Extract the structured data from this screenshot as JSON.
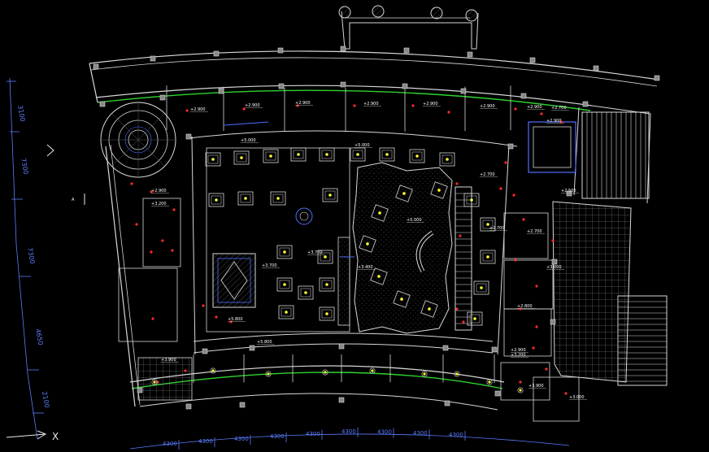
{
  "elevation_labels": [
    "+2.900",
    "+2.900",
    "+2.900",
    "+2.900",
    "+2.900",
    "+2.900",
    "+2.900",
    "+5.000",
    "+5.000",
    "+5.000",
    "+3.700",
    "+3.700",
    "+3.400",
    "+5.800",
    "+5.800",
    "+2.900",
    "+3.200",
    "+2.700",
    "+2.700",
    "+3.000",
    "+2.800",
    "+2.900",
    "+3.900",
    "+3.000",
    "+2.500",
    "+2.700",
    "+2.900",
    "+2.700",
    "+3.200",
    "+3.900"
  ],
  "dimensions_left": [
    "3100",
    "7300",
    "7300",
    "4650",
    "2100"
  ],
  "dimensions_bottom": [
    "4300",
    "4300",
    "4300",
    "4300",
    "4300",
    "4300",
    "4300",
    "4300",
    "4300"
  ],
  "axis_labels": {
    "x": "X",
    "a": "A"
  },
  "colors": {
    "background": "#000000",
    "wall": "#d8d8d8",
    "green": "#2fd32f",
    "blue": "#4f6fff",
    "red": "#ff2a2a",
    "yellow": "#ffff33"
  }
}
